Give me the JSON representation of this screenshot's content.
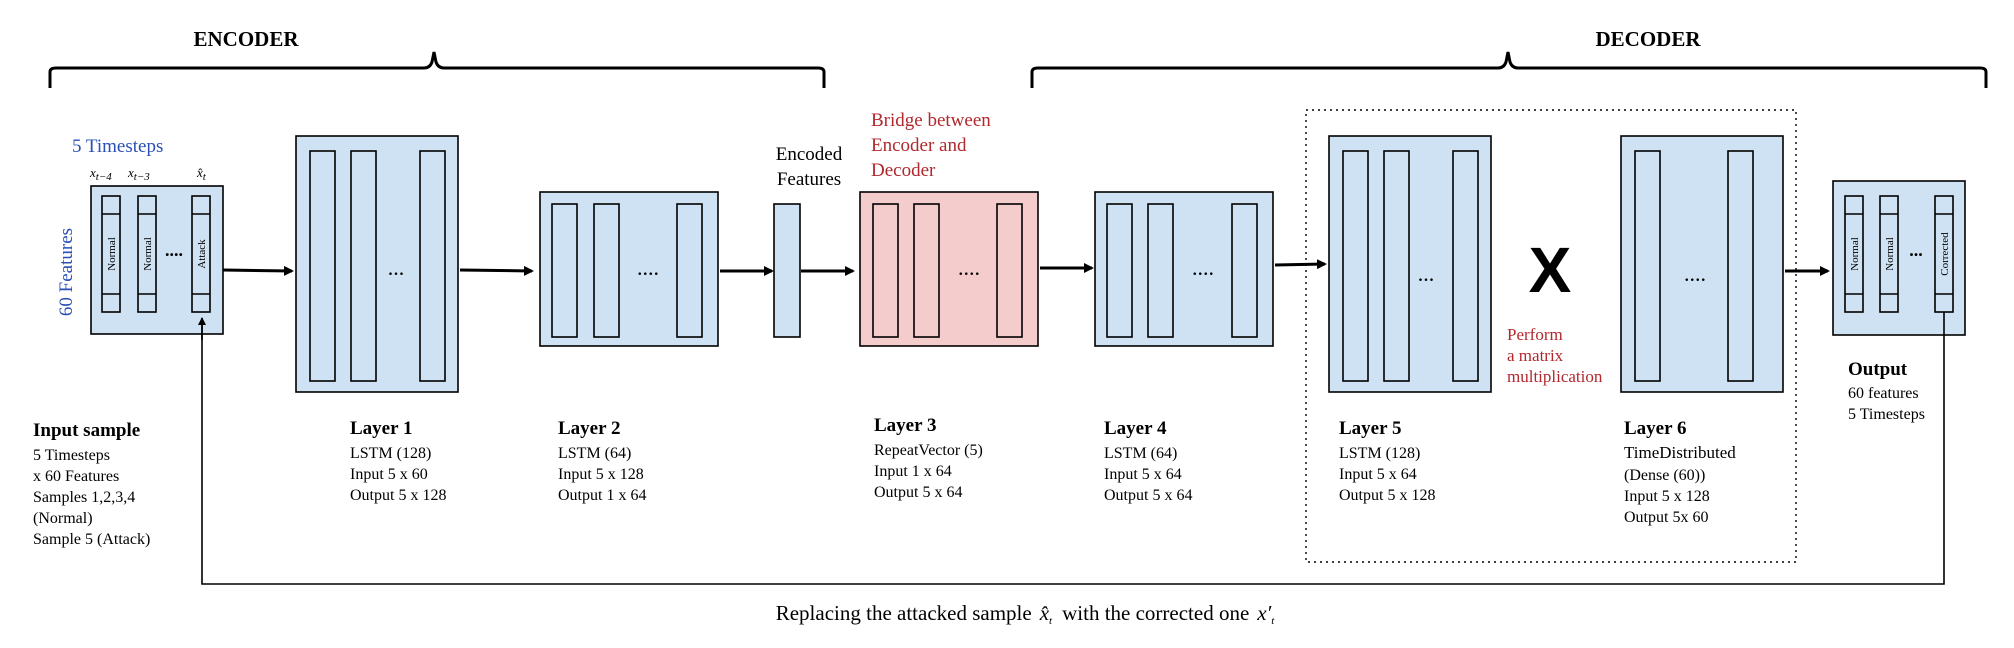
{
  "encoder_label": "ENCODER",
  "decoder_label": "DECODER",
  "input_block": {
    "timesteps_label": "5 Timesteps",
    "features_label": "60 Features",
    "col_labels": [
      "x",
      "x",
      "x̂"
    ],
    "col_subs": [
      "t−4",
      "t−3",
      "t"
    ],
    "cell_labels": [
      "Normal",
      "Normal",
      "Attack"
    ],
    "dots": "....",
    "title": "Input sample",
    "lines": [
      "5 Timesteps",
      "x 60 Features",
      "Samples 1,2,3,4",
      "(Normal)",
      "Sample 5 (Attack)"
    ]
  },
  "encoded_features_label": [
    "Encoded",
    "Features"
  ],
  "bridge_label": [
    "Bridge between",
    "Encoder and",
    "Decoder"
  ],
  "multiply_symbol": "X",
  "multiply_label": [
    "Perform",
    "a matrix",
    "multiplication"
  ],
  "layers": [
    {
      "title": "Layer 1",
      "lines": [
        "LSTM (128)",
        "Input 5 x 60",
        "Output 5 x 128"
      ],
      "dots": "..."
    },
    {
      "title": "Layer 2",
      "lines": [
        "LSTM (64)",
        "Input 5 x 128",
        "Output 1 x 64"
      ],
      "dots": "...."
    },
    {
      "title": "Layer 3",
      "lines": [
        "RepeatVector (5)",
        "Input 1 x 64",
        "Output 5 x 64"
      ],
      "dots": "...."
    },
    {
      "title": "Layer 4",
      "lines": [
        "LSTM (64)",
        "Input 5 x 64",
        "Output 5 x 64"
      ],
      "dots": "...."
    },
    {
      "title": "Layer 5",
      "lines": [
        "LSTM (128)",
        "Input 5 x 64",
        "Output 5 x 128"
      ],
      "dots": "..."
    },
    {
      "title": "Layer 6",
      "lines": [
        "TimeDistributed",
        "(Dense (60))",
        "Input 5 x 128",
        "Output 5x 60"
      ],
      "dots": "...."
    }
  ],
  "output_block": {
    "cell_labels": [
      "Normal",
      "Normal",
      "Corrected"
    ],
    "dots": "...",
    "title": "Output",
    "lines": [
      "60 features",
      "5 Timesteps"
    ]
  },
  "feedback_caption": "Replacing the attacked sample",
  "feedback_symbol_a": "x̂",
  "feedback_symbol_a_sub": "t",
  "feedback_caption_mid": "with the corrected one",
  "feedback_symbol_b": "x′",
  "feedback_symbol_b_sub": "t",
  "colors": {
    "block": "#cfe2f3",
    "bridge": "#f4cccc",
    "blue_text": "#2a4fb5",
    "red_text": "#b0282e"
  }
}
